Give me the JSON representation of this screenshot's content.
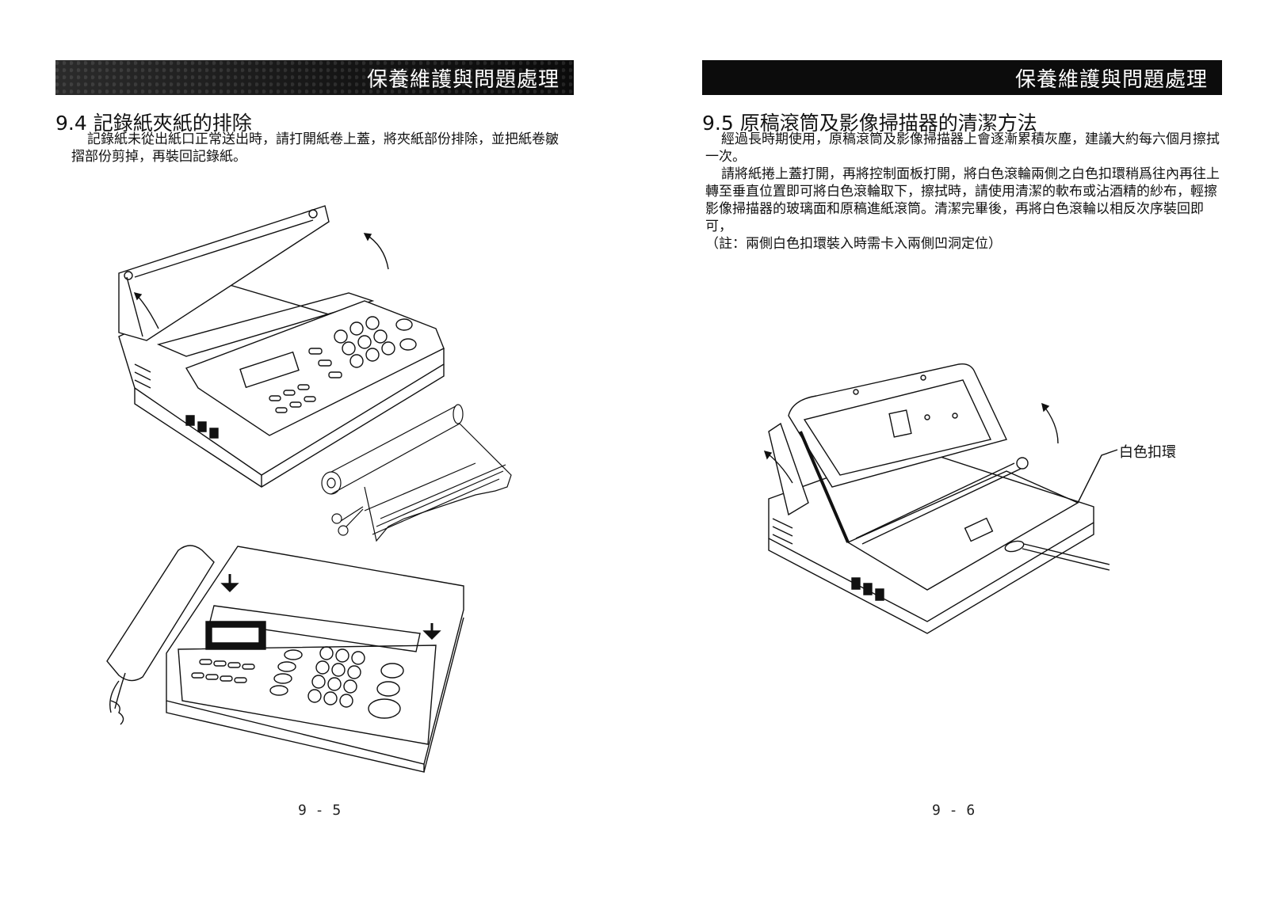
{
  "left_page": {
    "banner": "保養維護與問題處理",
    "section_title": "9.4  記錄紙夾紙的排除",
    "paragraph": "記錄紙未從出紙口正常送出時，請打開紙卷上蓋，將夾紙部份排除，並把紙卷皺摺部份剪掉，再裝回記錄紙。",
    "page_number": "9 - 5"
  },
  "right_page": {
    "banner": "保養維護與問題處理",
    "section_title": "9.5  原稿滾筒及影像掃描器的清潔方法",
    "paragraphs": [
      "經過長時期使用，原稿滾筒及影像掃描器上會逐漸累積灰塵，建議大約每六個月擦拭一次。",
      "請將紙捲上蓋打開，再將控制面板打開，將白色滾輪兩側之白色扣環稍爲往內再往上轉至垂直位置即可將白色滾輪取下，擦拭時，請使用清潔的軟布或沾酒精的紗布，輕擦影像掃描器的玻璃面和原稿進紙滾筒。清潔完畢後，再將白色滾輪以相反次序裝回即可，",
      "（註：兩側白色扣環裝入時需卡入兩側凹洞定位）"
    ],
    "callout_label": "白色扣環",
    "page_number": "9 - 6"
  },
  "icons": {
    "fax_open_cover": "fax-machine-open-cover-illustration",
    "paper_roll_scissors": "paper-roll-with-scissors-illustration",
    "fax_closed": "fax-machine-closed-illustration",
    "fax_open_panel": "fax-machine-open-control-panel-illustration"
  }
}
